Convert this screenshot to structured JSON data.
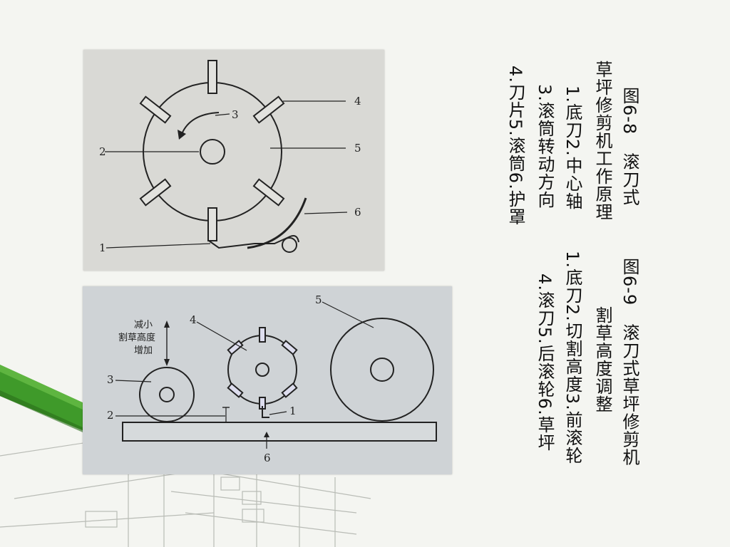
{
  "captions": {
    "fig8_title": "图6-8　滚刀式",
    "fig8_subtitle": "草坪修剪机工作原理",
    "fig8_legend_a": "1.底刀2.中心轴",
    "fig8_legend_b": "3.滚筒转动方向",
    "fig8_legend_c": "4.刀片5.滚筒6.护罩",
    "fig9_title": "图6-9　滚刀式草坪修剪机",
    "fig9_subtitle": "割草高度调整",
    "fig9_legend_a": "1.底刀2.切割高度3.前滚轮",
    "fig9_legend_b": "4.滚刀5.后滚轮6.草坪"
  },
  "figure1": {
    "labels": {
      "n1": "1",
      "n2": "2",
      "n3": "3",
      "n4": "4",
      "n5": "5",
      "n6": "6"
    }
  },
  "figure2": {
    "labels": {
      "n1": "1",
      "n2": "2",
      "n3": "3",
      "n4": "4",
      "n5": "5",
      "n6": "6"
    },
    "height_note": [
      "减小",
      "割草高度",
      "增加"
    ]
  },
  "colors": {
    "pencil_green": "#3f9a2a",
    "line_art": "#222222"
  }
}
